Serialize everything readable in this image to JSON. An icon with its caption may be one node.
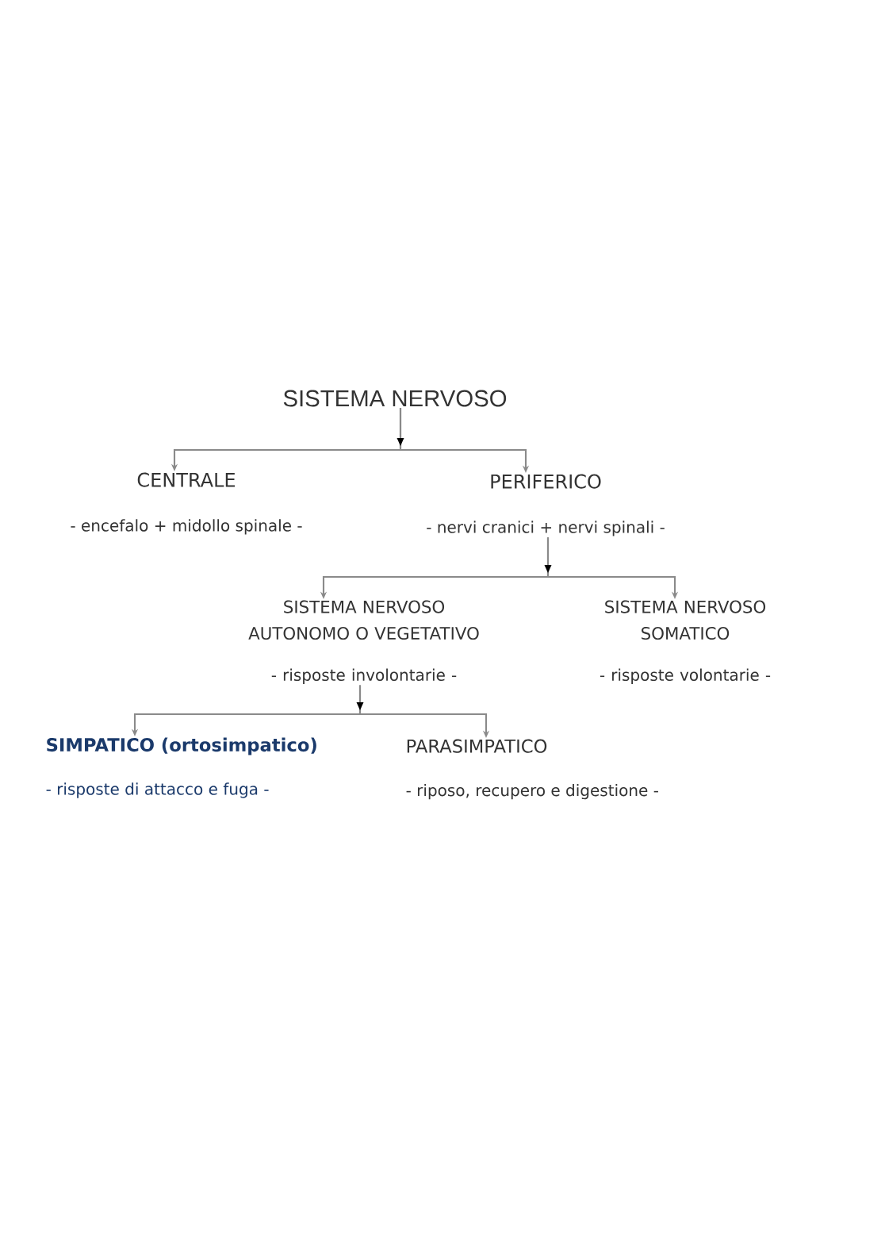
{
  "diagram": {
    "nodes": [
      {
        "text": [
          "SISTEMA NERVOSO"
        ]
      },
      {
        "text": [
          "CENTRALE",
          "- encefalo + midollo spinale -"
        ]
      },
      {
        "text": [
          "PERIFERICO",
          "- nervi cranici + nervi spinali -"
        ]
      },
      {
        "text": [
          "SISTEMA NERVOSO AUTONOMO O VEGETATIVO",
          "- risposte involontarie -"
        ]
      },
      {
        "text": [
          "SISTEMA NERVOSO SOMATICO",
          "- risposte volontarie -"
        ]
      },
      {
        "text": [
          "SIMPATICO (ortosimpatico)",
          "- risposte di attacco e fuga -"
        ]
      },
      {
        "text": [
          "PARASIMPATICO",
          "- riposo, recupero e digestione -"
        ]
      }
    ],
    "edges": [
      {
        "from": 0,
        "to": 1,
        "arrow": "to"
      },
      {
        "from": 0,
        "to": 2,
        "arrow": "to"
      },
      {
        "from": 2,
        "to": 3,
        "arrow": "to"
      },
      {
        "from": 2,
        "to": 4,
        "arrow": "to"
      },
      {
        "from": 3,
        "to": 5,
        "arrow": "to"
      },
      {
        "from": 3,
        "to": 6,
        "arrow": "to"
      }
    ]
  }
}
